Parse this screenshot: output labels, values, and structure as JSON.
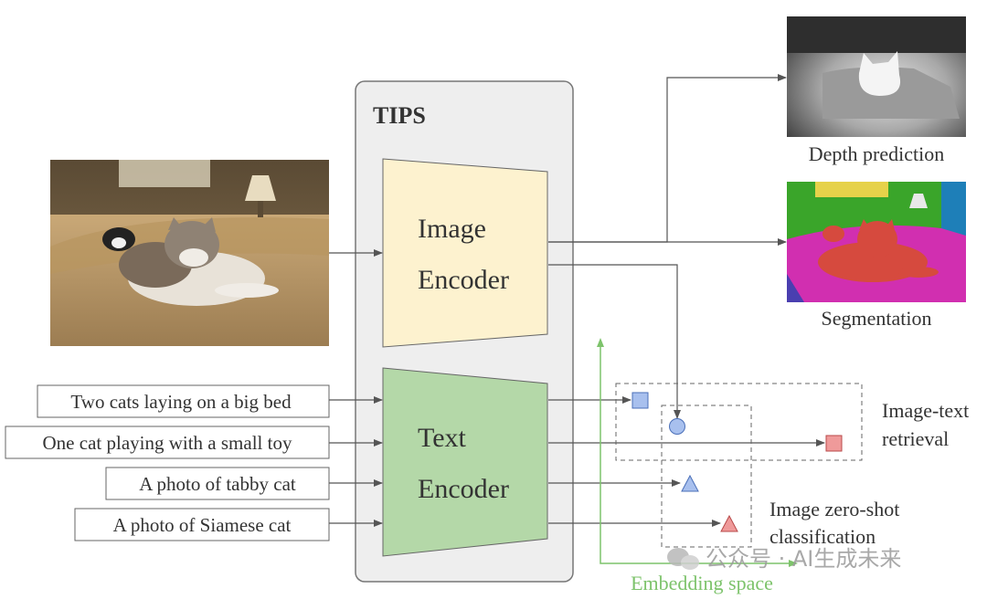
{
  "model": {
    "title": "TIPS"
  },
  "image_encoder": {
    "line1": "Image",
    "line2": "Encoder"
  },
  "text_encoder": {
    "line1": "Text",
    "line2": "Encoder"
  },
  "captions": [
    "Two cats laying on a big bed",
    "One cat playing with a small toy",
    "A photo of tabby cat",
    "A photo of Siamese cat"
  ],
  "outputs": {
    "depth": "Depth prediction",
    "segmentation": "Segmentation"
  },
  "embedding": {
    "axis_label": "Embedding space",
    "retrieval_line1": "Image-text",
    "retrieval_line2": "retrieval",
    "zeroshot_line1": "Image zero-shot",
    "zeroshot_line2": "classification"
  },
  "watermark": "公众号 · AI生成未来",
  "colors": {
    "image_encoder_fill": "#fdf2cf",
    "text_encoder_fill": "#b4d8a8",
    "tips_panel": "#eeeeee",
    "embedding_axis": "#7dc36b",
    "square_marker": "#a8c0ee",
    "circle_marker": "#a8c0ee",
    "triangle_marker": "#a8c0ee",
    "target_marker": "#ef9a9a"
  }
}
